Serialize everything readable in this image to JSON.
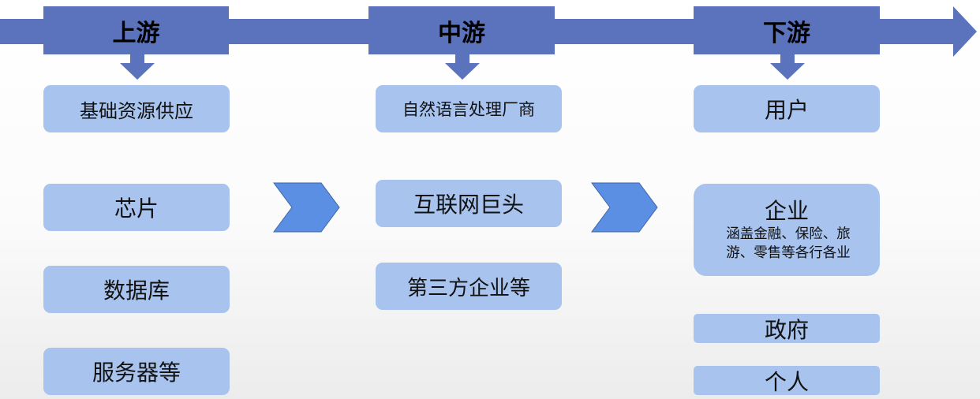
{
  "stages": [
    {
      "label": "上游"
    },
    {
      "label": "中游"
    },
    {
      "label": "下游"
    }
  ],
  "upstream": {
    "title": "基础资源供应",
    "items": [
      "芯片",
      "数据库",
      "服务器等"
    ]
  },
  "midstream": {
    "title": "自然语言处理厂商",
    "items": [
      "互联网巨头",
      "第三方企业等"
    ]
  },
  "downstream": {
    "title": "用户",
    "enterprise": {
      "label": "企业",
      "note_line1": "涵盖金融、保险、旅",
      "note_line2": "游、零售等各行各业"
    },
    "items": [
      "政府",
      "个人"
    ]
  },
  "colors": {
    "timeline": "#5b72bd",
    "box_fill": "#a7c3ee",
    "chevron": "#5b8fe3"
  }
}
